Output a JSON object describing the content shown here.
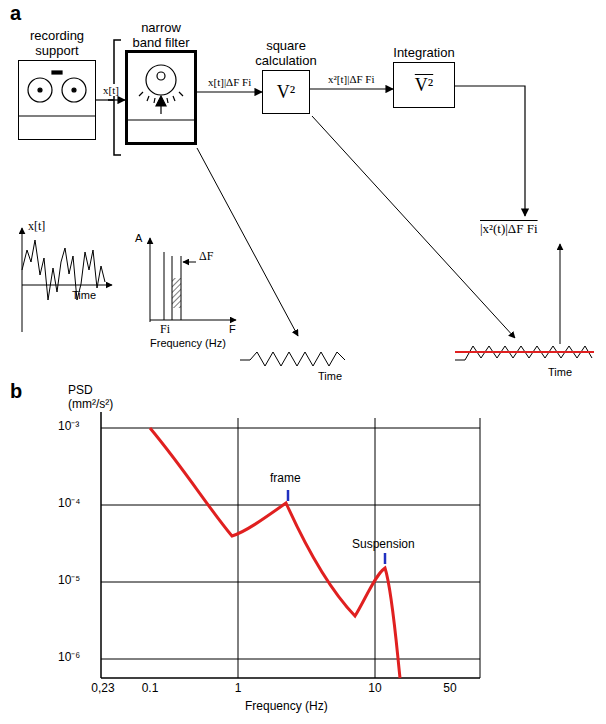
{
  "diagram": {
    "nodes": [
      {
        "text": [
          "recording support"
        ]
      },
      {
        "text": [
          "narrow band filter"
        ]
      },
      {
        "text": [
          "square calculation",
          "V²"
        ]
      },
      {
        "text": [
          "Integration",
          "V²"
        ]
      }
    ],
    "edges": [
      {
        "from": 0,
        "to": 1,
        "arrow": "to",
        "label": "x[t]"
      },
      {
        "from": 1,
        "to": 2,
        "arrow": "to",
        "label": "x[t]|ΔF Fi"
      },
      {
        "from": 2,
        "to": 3,
        "arrow": "to",
        "label": "x²[t]|ΔF Fi"
      }
    ],
    "labels": [
      "a",
      "x[t]",
      "Time",
      "A",
      "ΔF",
      "F",
      "Fi",
      "Frequency (Hz)",
      "Time",
      "Time",
      "|x²(t)|ΔF Fi",
      "b",
      "PSD (mm²/s²)",
      "10⁻³",
      "10⁻⁴",
      "10⁻⁵",
      "10⁻⁶",
      "frame",
      "Suspension",
      "0,23",
      "0.1",
      "1",
      "10",
      "50",
      "Frequency (Hz)"
    ]
  }
}
